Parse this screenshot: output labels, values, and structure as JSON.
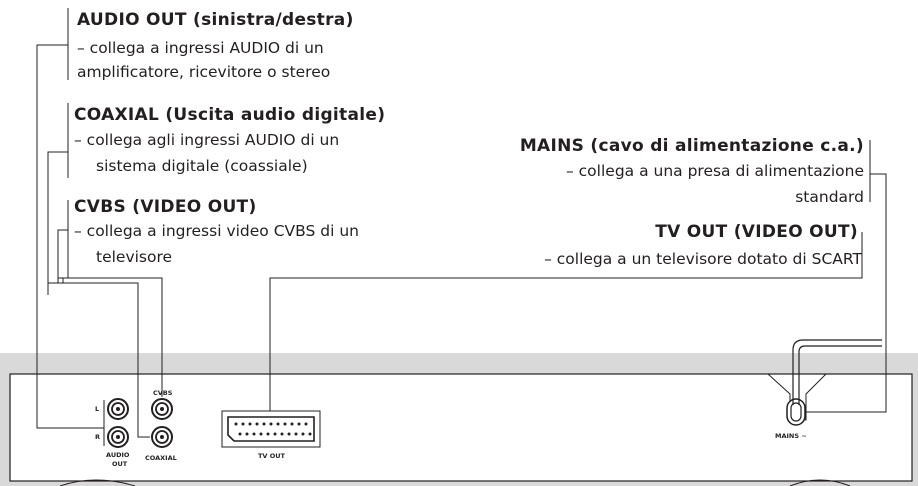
{
  "callouts": {
    "audio_out": {
      "title": "AUDIO OUT (sinistra/destra)",
      "line1": "– collega a ingressi AUDIO di un",
      "line2": "amplificatore, ricevitore o stereo"
    },
    "coaxial": {
      "title": "COAXIAL (Uscita audio digitale)",
      "line1": "– collega agli ingressi AUDIO di un",
      "line2": "sistema digitale (coassiale)"
    },
    "cvbs": {
      "title": "CVBS (VIDEO OUT)",
      "line1": "– collega a ingressi video CVBS di un",
      "line2": "televisore"
    },
    "mains": {
      "title": "MAINS (cavo di alimentazione c.a.)",
      "line1": "– collega a una presa di  alimentazione",
      "line2": "standard"
    },
    "tv_out": {
      "title": "TV OUT (VIDEO OUT)",
      "line1": "– collega a un televisore dotato di SCART"
    }
  },
  "panel_labels": {
    "left": "L",
    "right": "R",
    "audio": "AUDIO",
    "out": "OUT",
    "cvbs": "CVBS",
    "coaxial": "COAXIAL",
    "tv_out": "TV OUT",
    "mains": "MAINS ~"
  },
  "colors": {
    "panel_shadow": "#d9d9d9",
    "ink": "#231f20"
  }
}
